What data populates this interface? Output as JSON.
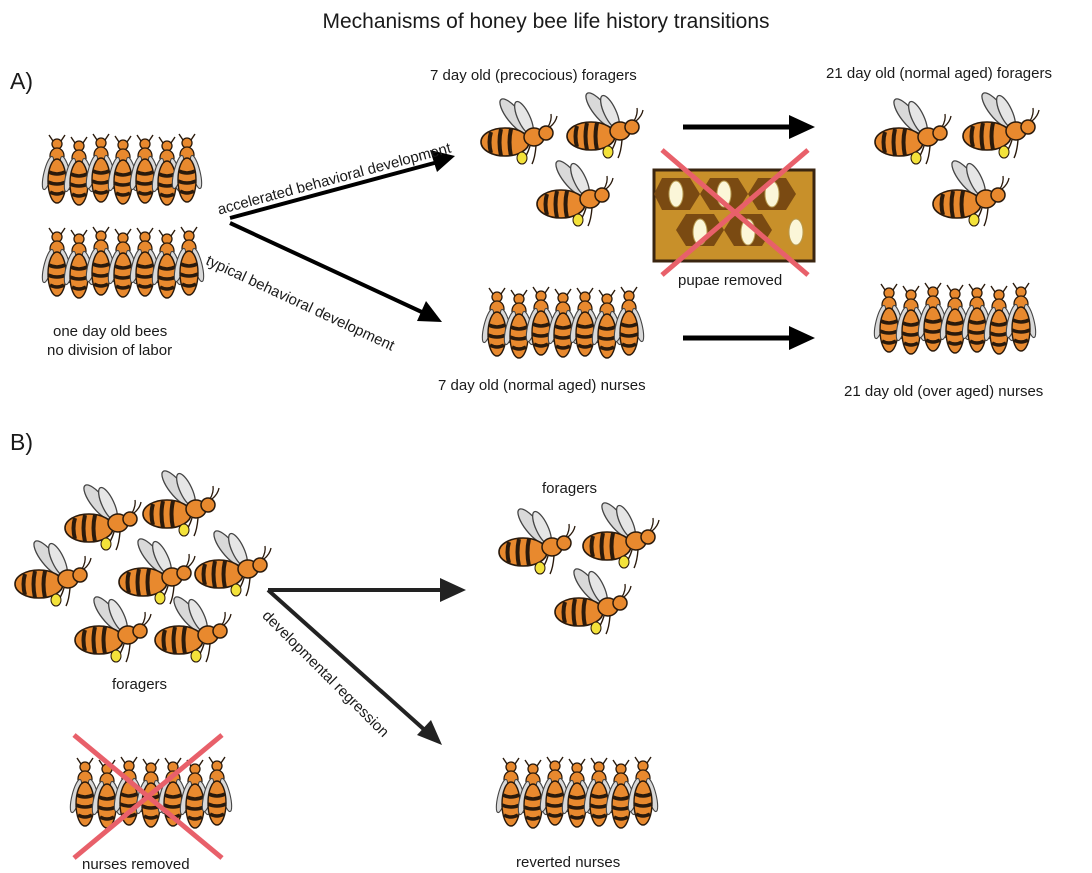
{
  "title": "Mechanisms of honey bee life history transitions",
  "panels": {
    "a": "A)",
    "b": "B)"
  },
  "a": {
    "start_line1": "one day old bees",
    "start_line2": "no division of labor",
    "arrow_up": "accelerated behavioral development",
    "arrow_down": "typical behavioral development",
    "precocious": "7 day old (precocious) foragers",
    "nurses7": "7 day old (normal aged) nurses",
    "pupae": "pupae removed",
    "normal_foragers": "21 day old (normal aged) foragers",
    "over_nurses": "21 day old (over aged) nurses"
  },
  "b": {
    "foragers_left": "foragers",
    "nurses_removed": "nurses removed",
    "regression": "developmental regression",
    "foragers_right": "foragers",
    "reverted": "reverted nurses"
  },
  "colors": {
    "bee_body": "#e8892e",
    "bee_stripe": "#2a1a0c",
    "pollen": "#f3e23a",
    "wing": "#d9d9d9",
    "cross": "#e8606a",
    "comb": "#c8902a"
  }
}
